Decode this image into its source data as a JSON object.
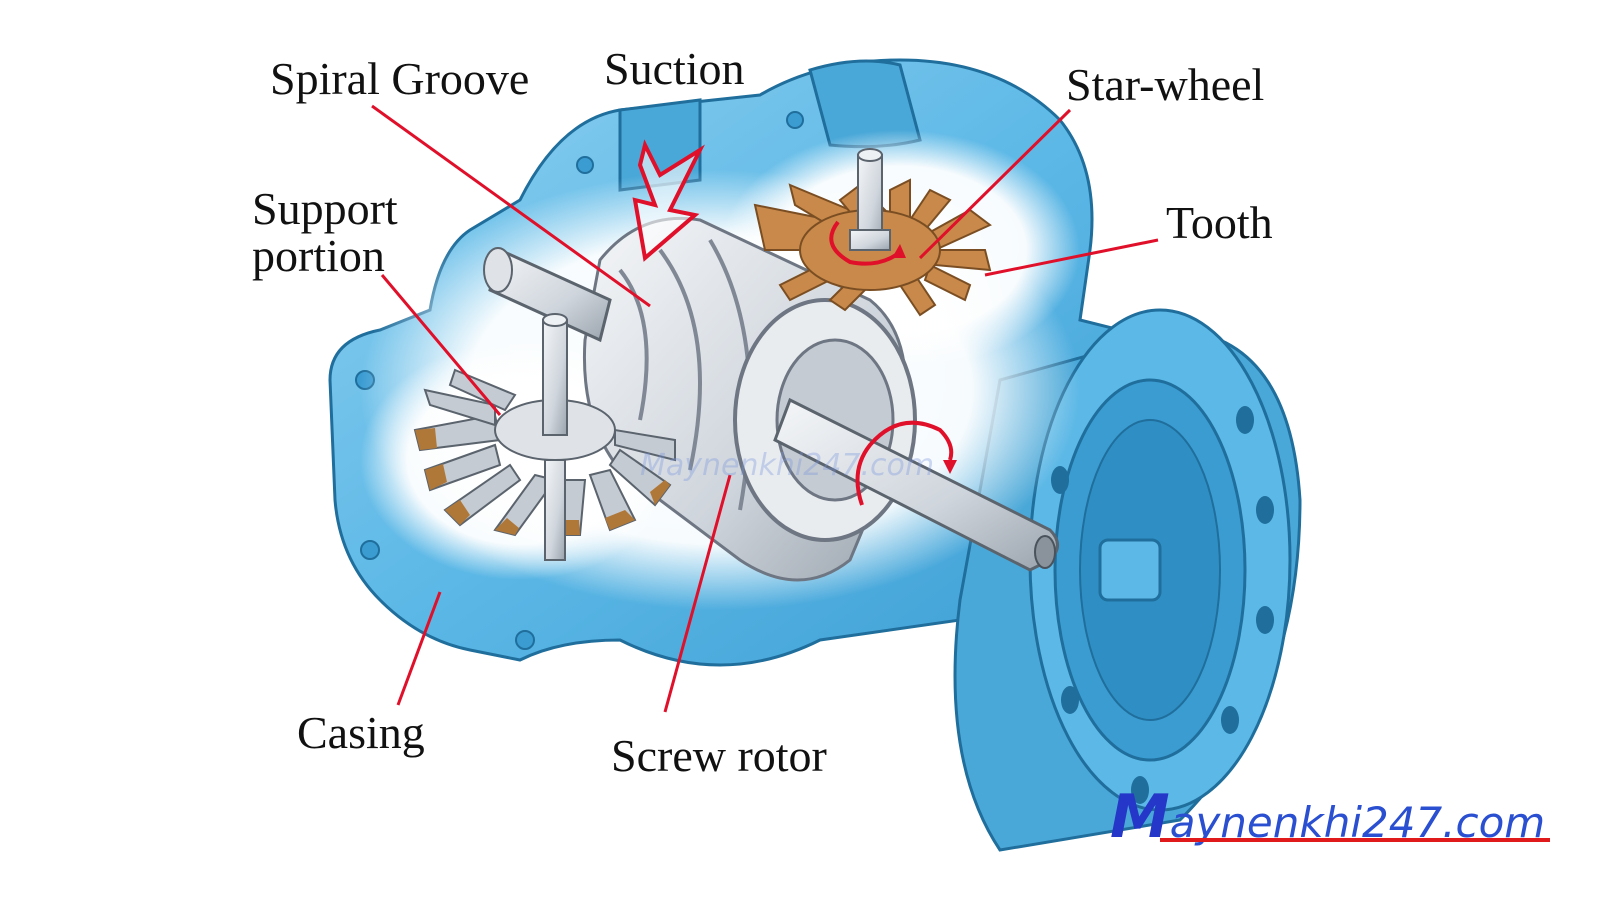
{
  "labels": {
    "spiral_groove": "Spiral Groove",
    "suction": "Suction",
    "star_wheel": "Star-wheel",
    "tooth": "Tooth",
    "support_line1": "Support",
    "support_line2": "portion",
    "casing": "Casing",
    "screw_rotor": "Screw rotor"
  },
  "watermark": {
    "initial": "M",
    "rest": "aynenkhi247.com",
    "faint": "Maynenkhi247.com"
  },
  "colors": {
    "casing_blue": "#5cb8e6",
    "casing_dark": "#2f8fc4",
    "tooth_brown": "#c8894a",
    "leader_red": "#e0102a",
    "metal": "#d9dde3"
  }
}
